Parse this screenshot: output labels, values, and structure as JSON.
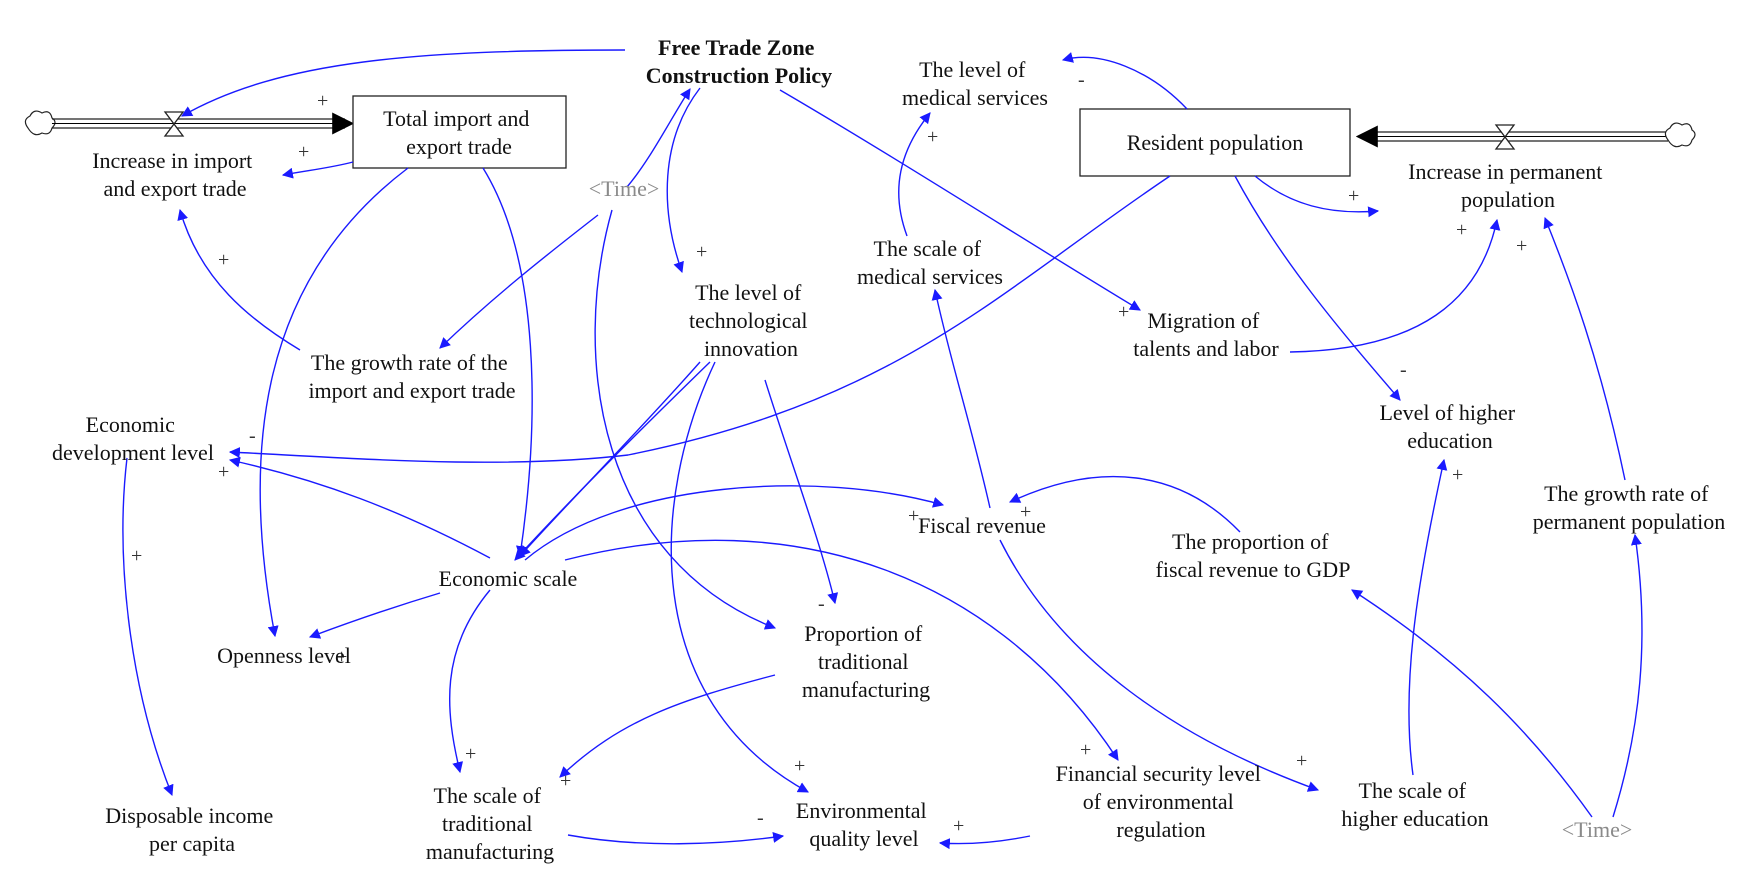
{
  "variables": {
    "ftz_policy": [
      "Free Trade Zone",
      "Construction Policy"
    ],
    "total_trade": [
      "Total import and",
      "export trade"
    ],
    "increase_trade": [
      "Increase in import",
      "and export trade"
    ],
    "time_top": "<Time>",
    "growth_rate_trade": [
      "The growth rate of the",
      "import and export trade"
    ],
    "econ_dev": [
      "Economic",
      "development level"
    ],
    "tech_innovation": [
      "The level of",
      "technological",
      "innovation"
    ],
    "medical_level": [
      "The level of",
      "medical services"
    ],
    "medical_scale": [
      "The scale of",
      "medical services"
    ],
    "resident_pop": "Resident population",
    "increase_perm": [
      "Increase in permanent",
      "population"
    ],
    "migration": [
      "Migration of",
      "talents and labor"
    ],
    "higher_ed_level": [
      "Level of higher",
      "education"
    ],
    "growth_rate_perm": [
      "The growth rate of",
      "permanent population"
    ],
    "fiscal_revenue": "Fiscal revenue",
    "fiscal_ratio": [
      "The proportion of",
      "fiscal revenue to GDP"
    ],
    "economic_scale": "Economic scale",
    "openness": "Openness level",
    "prop_trad_manuf": [
      "Proportion of",
      "traditional",
      "manufacturing"
    ],
    "scale_trad_manuf": [
      "The scale of",
      "traditional",
      "manufacturing"
    ],
    "env_quality": [
      "Environmental",
      "quality level"
    ],
    "fin_security": [
      "Financial security level",
      "of environmental",
      "regulation"
    ],
    "scale_higher_ed": [
      "The scale of",
      "higher education"
    ],
    "time_bottom": "<Time>",
    "disposable_income": [
      "Disposable income",
      "per capita"
    ]
  },
  "polarities": {
    "plus": "+",
    "minus": "-"
  },
  "colors": {
    "link": "#1a1aff",
    "stock_border": "#222222",
    "text": "#111111",
    "shadow_variable": "#8a8a8a"
  },
  "icons": [
    "cloud-source-icon",
    "valve-icon",
    "cloud-sink-icon"
  ]
}
